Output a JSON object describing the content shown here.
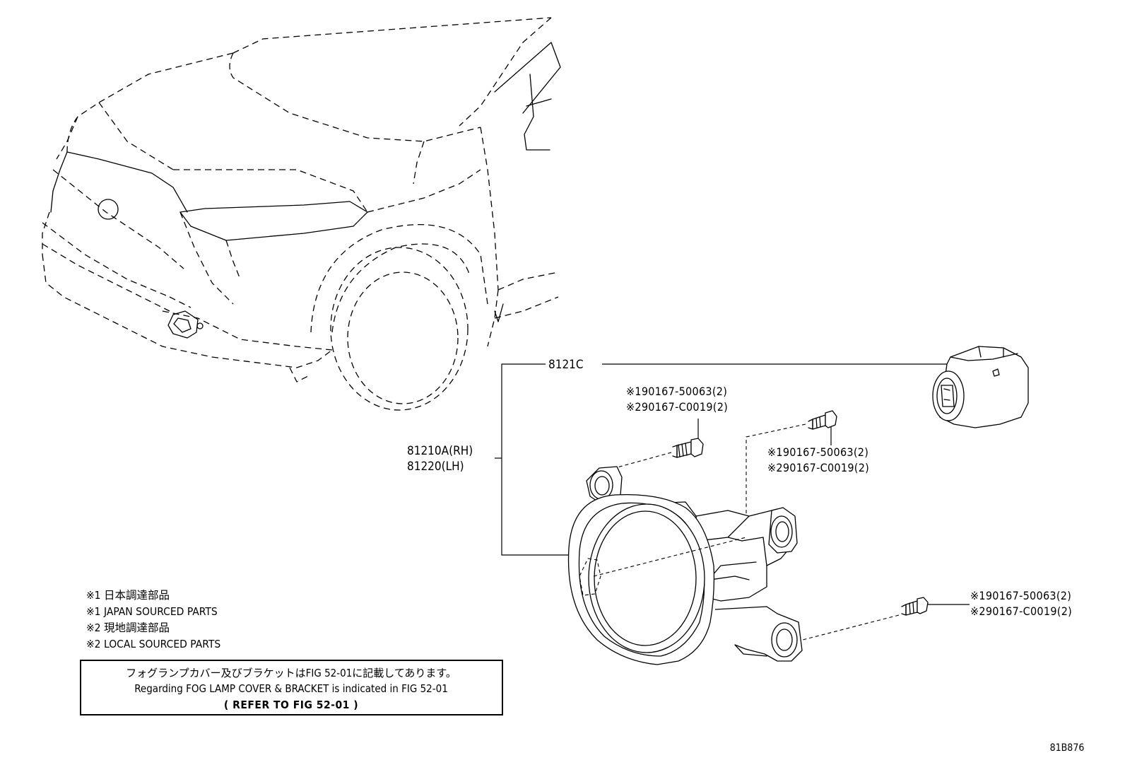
{
  "labels": {
    "assembly": "8121C",
    "fog_lamp_rh": "81210A(RH)",
    "fog_lamp_lh": "81220(LH)",
    "screw_top_a": "※190167-50063(2)",
    "screw_top_b": "※290167-C0019(2)",
    "screw_mid_a": "※190167-50063(2)",
    "screw_mid_b": "※290167-C0019(2)",
    "screw_bot_a": "※190167-50063(2)",
    "screw_bot_b": "※290167-C0019(2)"
  },
  "notes": [
    "※1 日本調達部品",
    "※1 JAPAN SOURCED PARTS",
    "※2 現地調達部品",
    "※2 LOCAL SOURCED PARTS"
  ],
  "info_box": {
    "line_jp": "フォグランプカバー及びブラケットはFIG 52-01に記載してあります。",
    "line_en": "Regarding FOG LAMP COVER & BRACKET is indicated in FIG 52-01",
    "refer": "(  REFER TO FIG 52-01  )"
  },
  "figure_code": "81B876"
}
